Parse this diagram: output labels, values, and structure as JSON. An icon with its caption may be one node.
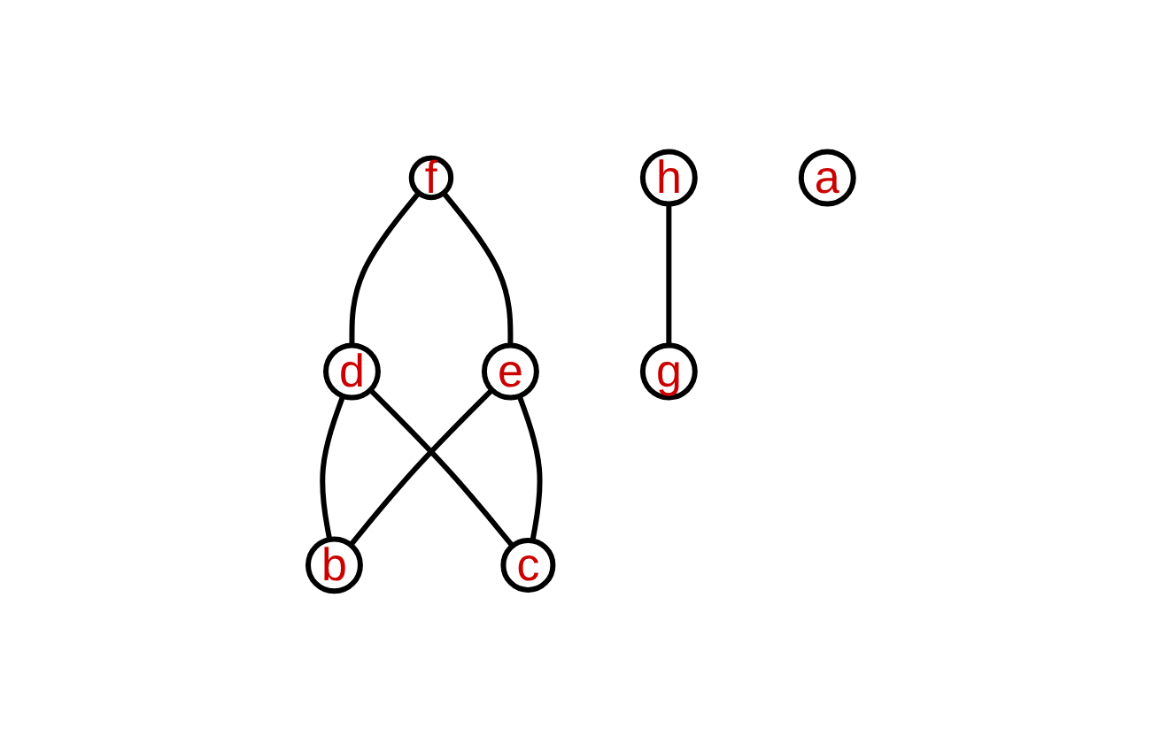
{
  "diagram": {
    "nodes": [
      {
        "text": [
          "f"
        ]
      },
      {
        "text": [
          "d"
        ]
      },
      {
        "text": [
          "e"
        ]
      },
      {
        "text": [
          "h"
        ]
      },
      {
        "text": [
          "a"
        ]
      },
      {
        "text": [
          "b"
        ]
      },
      {
        "text": [
          "c"
        ]
      },
      {
        "text": [
          "g"
        ]
      }
    ],
    "edges": [
      {
        "from": 0,
        "to": 1,
        "arrow": "none"
      },
      {
        "from": 0,
        "to": 2,
        "arrow": "none"
      },
      {
        "from": 1,
        "to": 5,
        "arrow": "none"
      },
      {
        "from": 1,
        "to": 6,
        "arrow": "none"
      },
      {
        "from": 2,
        "to": 5,
        "arrow": "none"
      },
      {
        "from": 2,
        "to": 6,
        "arrow": "none"
      },
      {
        "from": 3,
        "to": 7,
        "arrow": "none"
      }
    ]
  }
}
